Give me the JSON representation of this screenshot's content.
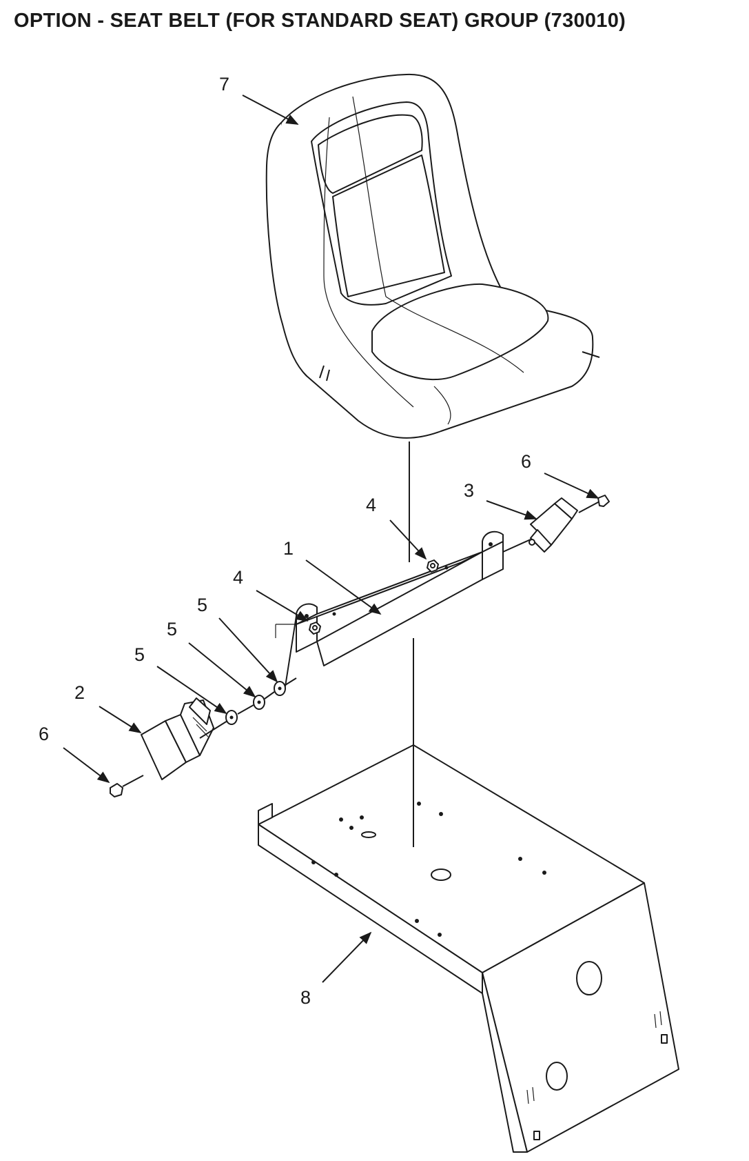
{
  "title": "OPTION - SEAT BELT (FOR STANDARD SEAT) GROUP (730010)",
  "callouts": {
    "c1": "1",
    "c2": "2",
    "c3": "3",
    "c4a": "4",
    "c4b": "4",
    "c5a": "5",
    "c5b": "5",
    "c5c": "5",
    "c6a": "6",
    "c6b": "6",
    "c7": "7",
    "c8": "8"
  },
  "colors": {
    "ink": "#1a1a1a",
    "background": "#ffffff"
  }
}
